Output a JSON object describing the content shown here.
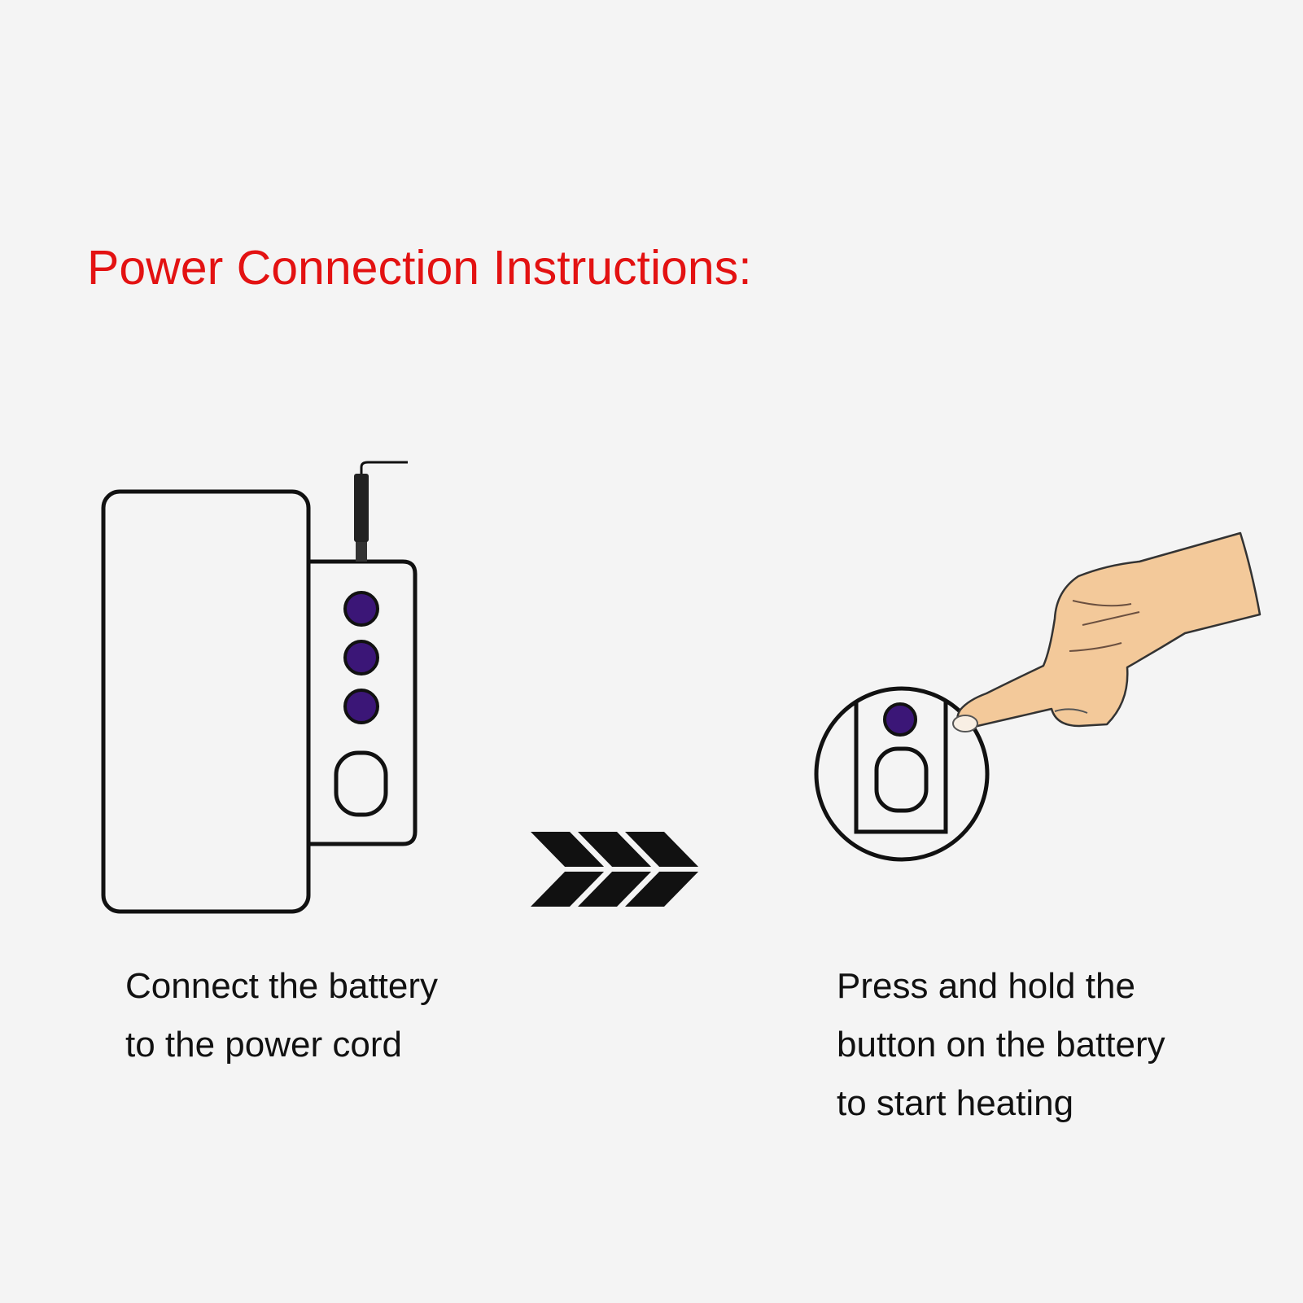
{
  "heading": {
    "text": "Power Connection Instructions:",
    "color": "#e31212"
  },
  "steps": [
    {
      "lines": [
        "Connect the battery",
        "to the power cord"
      ]
    },
    {
      "lines": [
        "Press and hold the",
        "button on the battery",
        "to start heating"
      ]
    }
  ],
  "colors": {
    "background": "#f4f4f4",
    "outline": "#111111",
    "button": "#3b1677",
    "skin": "#f3c99a"
  },
  "icons": [
    "battery-pack-icon",
    "power-cord-icon",
    "triple-chevron-arrow-icon",
    "hand-pointing-icon"
  ]
}
